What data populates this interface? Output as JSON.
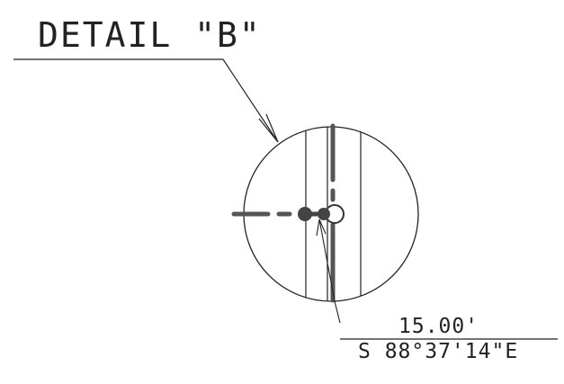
{
  "detail": {
    "title": "DETAIL \"B\""
  },
  "annotation": {
    "distance": "15.00'",
    "bearing": "S 88°37'14\"E"
  },
  "colors": {
    "line": "#222222",
    "marker": "#555555",
    "background": "#ffffff"
  }
}
